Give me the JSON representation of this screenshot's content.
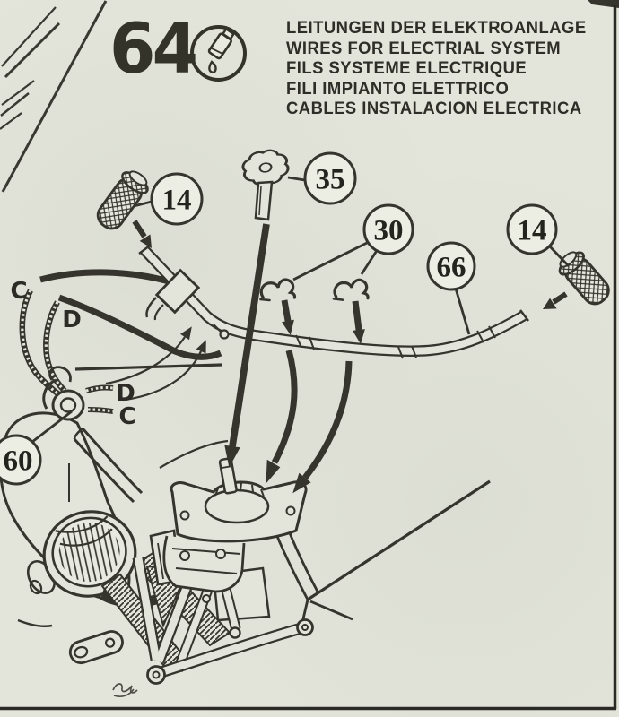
{
  "page": {
    "paper_color": "#e3e5db",
    "ink_color": "#35342d"
  },
  "header": {
    "figure_number": "64",
    "icon": "lubricant-tube-icon",
    "title_lines": [
      "LEITUNGEN DER ELEKTROANLAGE",
      "WIRES FOR ELECTRIAL SYSTEM",
      "FILS SYSTEME ELECTRIQUE",
      "FILI IMPIANTO ELETTRICO",
      "CABLES INSTALACION ELECTRICA"
    ]
  },
  "callouts": {
    "grip_left": "14",
    "knob": "35",
    "clips": "30",
    "handlebar": "66",
    "grip_right": "14",
    "cable_clamp": "60"
  },
  "wire_labels": {
    "upper_c": "C",
    "upper_d": "D",
    "lower_d": "D",
    "lower_c": "C"
  }
}
